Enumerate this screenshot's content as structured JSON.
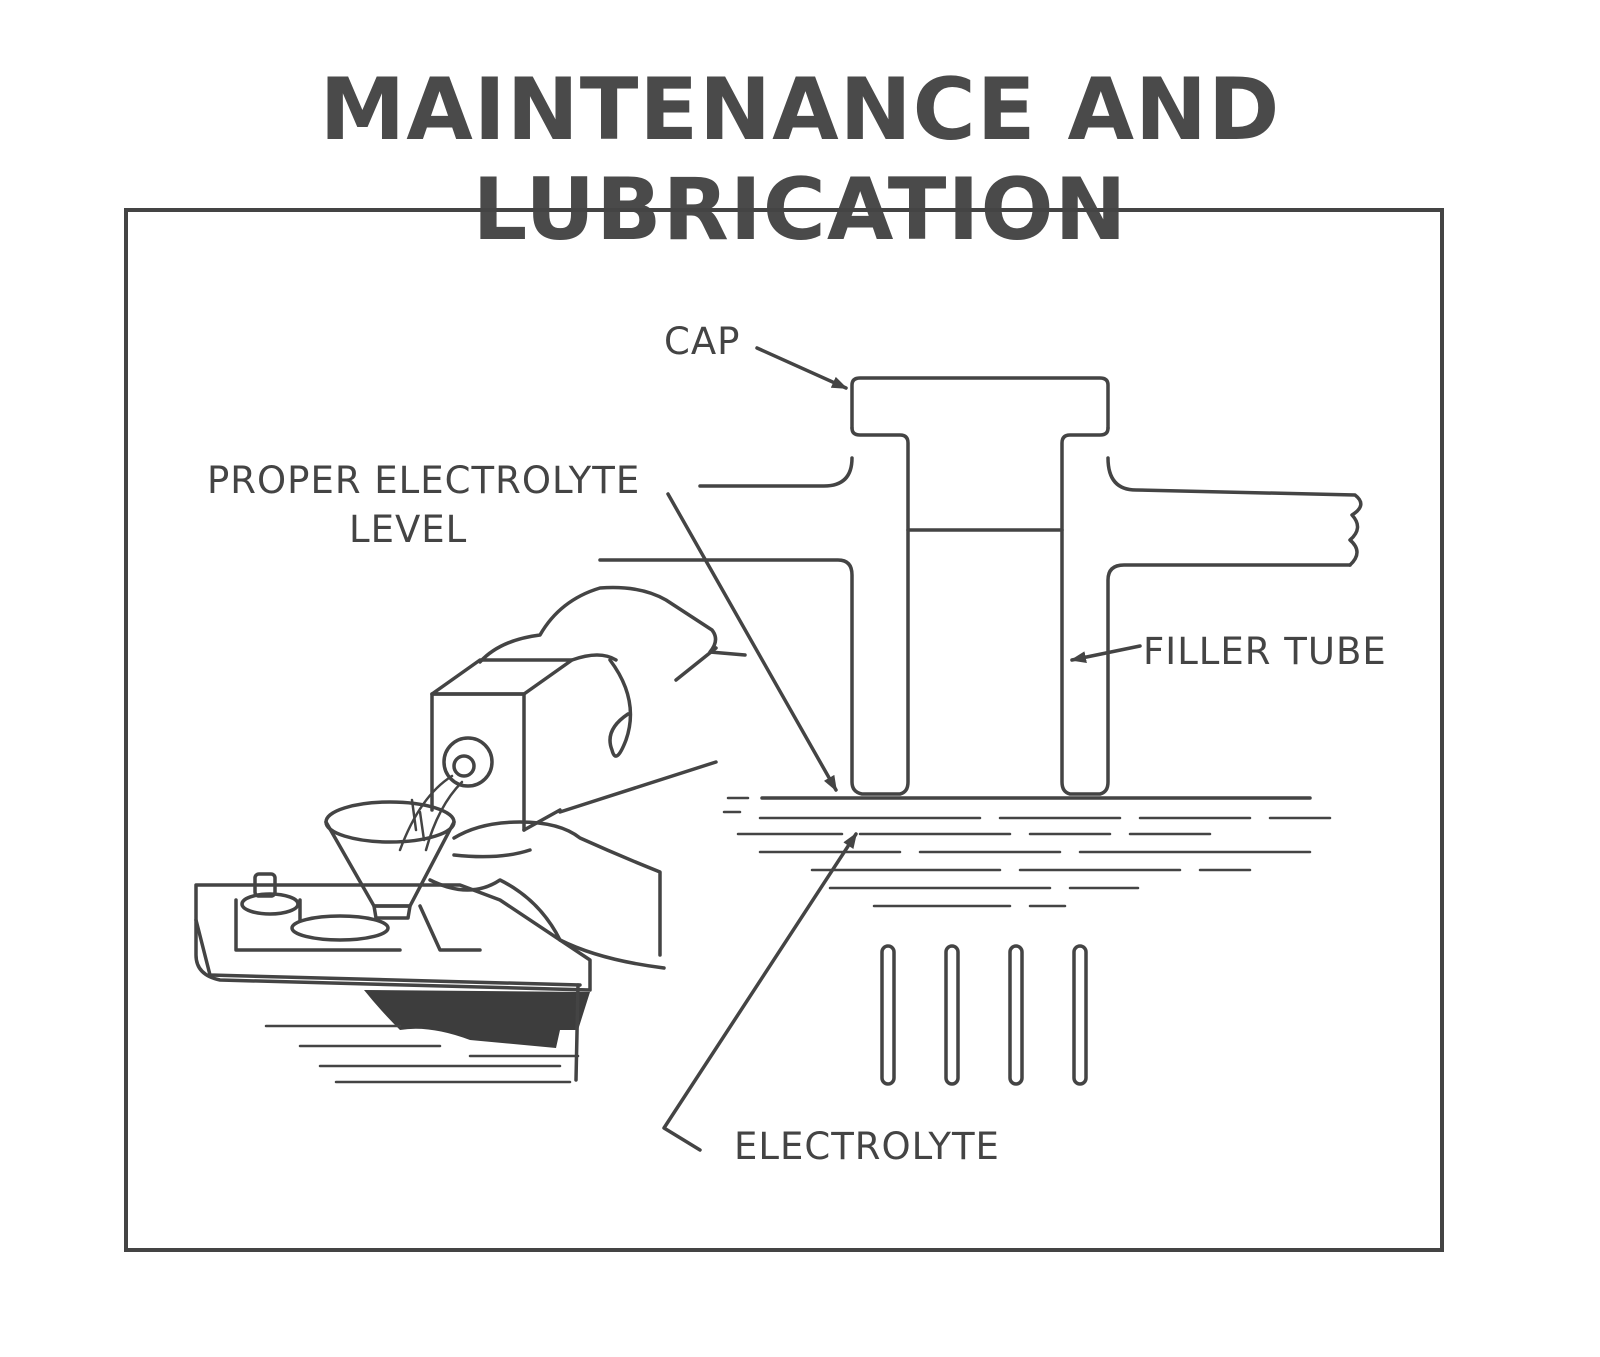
{
  "page": {
    "heading": "MAINTENANCE AND LUBRICATION"
  },
  "diagram": {
    "labels": {
      "cap": "CAP",
      "proper_level_line1": "PROPER ELECTROLYTE",
      "proper_level_line2": "LEVEL",
      "filler_tube": "FILLER TUBE",
      "electrolyte": "ELECTROLYTE"
    },
    "colors": {
      "ink": "#444444",
      "paper": "#ffffff"
    }
  }
}
